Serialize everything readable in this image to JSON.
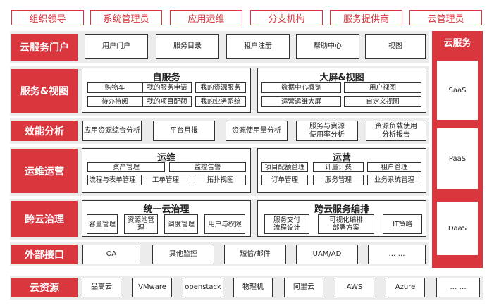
{
  "roles": [
    "组织领导",
    "系统管理员",
    "应用运维",
    "分支机构",
    "服务提供商",
    "云管理员"
  ],
  "rows": {
    "portal": {
      "label": "云服务门户",
      "items": [
        "用户门户",
        "服务目录",
        "租户注册",
        "帮助中心",
        "视图"
      ]
    },
    "service_view": {
      "label": "服务&视图",
      "self_service": {
        "title": "自服务",
        "items": [
          "购物车",
          "我的服务申请",
          "我的资源服务",
          "待办待阅",
          "我的项目配额",
          "我的业务系统"
        ]
      },
      "bigscreen": {
        "title": "大屏&视图",
        "items": [
          "数据中心概览",
          "用户视图",
          "运营运维大屏",
          "自定义视图"
        ]
      }
    },
    "analysis": {
      "label": "效能分析",
      "items": [
        "应用资源综合分析",
        "平台月报",
        "资源使用量分析",
        "服务与资源\n使用率分析",
        "资源负载使用\n分析报告"
      ]
    },
    "ops": {
      "label": "运维运营",
      "om": {
        "title": "运维",
        "items": [
          "资产管理",
          "监控告警",
          "流程与表单管理",
          "工单管理",
          "拓扑视图"
        ]
      },
      "operation": {
        "title": "运营",
        "items": [
          "项目配额管理",
          "计量计费",
          "租户管理",
          "订单管理",
          "服务管理",
          "业务系统管理"
        ]
      }
    },
    "governance": {
      "label": "跨云治理",
      "unified": {
        "title": "统一云治理",
        "items": [
          "容量管理",
          "资源池管理",
          "调度管理",
          "用户与权限"
        ]
      },
      "orchestration": {
        "title": "跨云服务编排",
        "items": [
          "服务交付\n流程设计",
          "可视化编排\n部署方案",
          "IT策略"
        ]
      }
    },
    "interface": {
      "label": "外部接口",
      "items": [
        "OA",
        "其他监控",
        "短信/邮件",
        "UAM/AD",
        "… …"
      ]
    },
    "resources": {
      "label": "云资源",
      "items": [
        "品高云",
        "VMware",
        "openstack",
        "物理机",
        "阿里云",
        "AWS",
        "Azure",
        "… …"
      ]
    }
  },
  "cloud_service": {
    "title": "云服务",
    "items": [
      "SaaS",
      "PaaS",
      "DaaS"
    ]
  },
  "colors": {
    "accent": "#d9363e",
    "band": "#ececec"
  }
}
